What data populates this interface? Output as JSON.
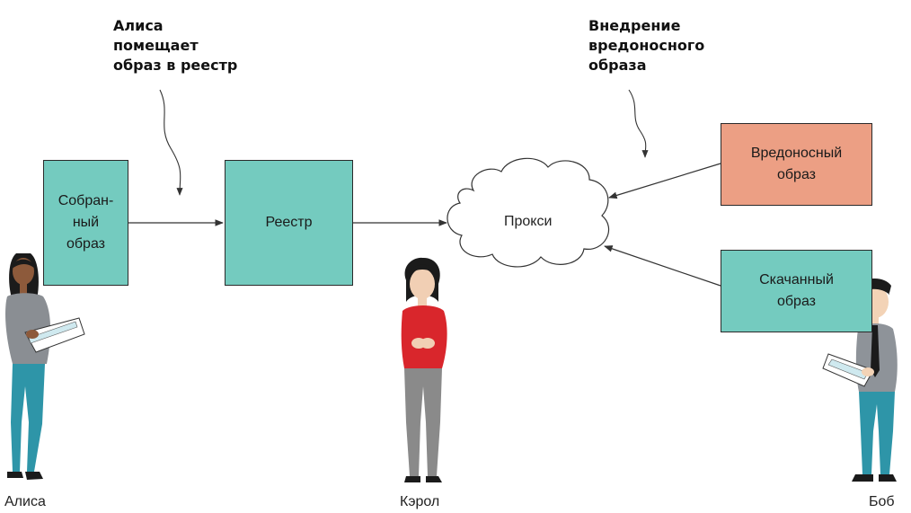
{
  "annotations": {
    "alice_pushes": "Алиса\nпомещает\nобраз в реестр",
    "injection": "Внедрение\nвредоносного\nобраза"
  },
  "boxes": {
    "built_image": "Собран-\nный\nобраз",
    "registry": "Реестр",
    "malicious_image": "Вредоносный\nобраз",
    "downloaded_image": "Скачанный\nобраз"
  },
  "cloud": {
    "label": "Прокси"
  },
  "people": {
    "alice": "Алиса",
    "carol": "Кэрол",
    "bob": "Боб"
  },
  "colors": {
    "teal_box": "#74cbbf",
    "salmon_box": "#ec9f84",
    "line": "#333333"
  }
}
